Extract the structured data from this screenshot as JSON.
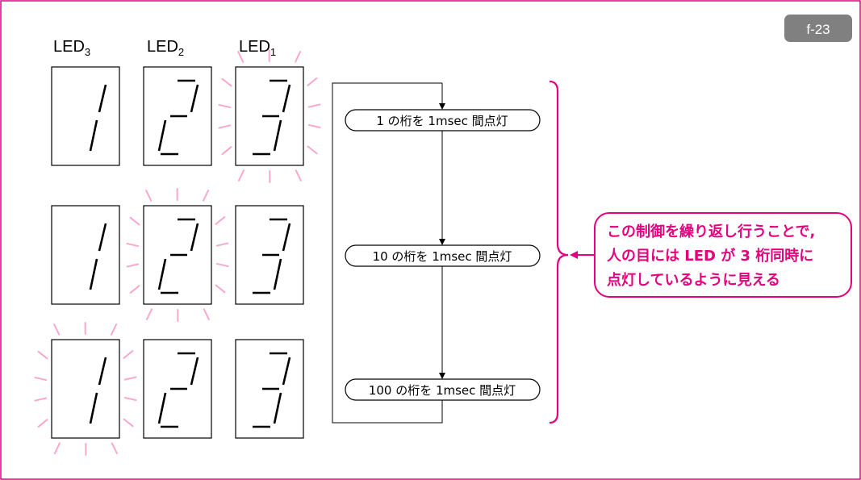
{
  "figure_label": "f-23",
  "led_headers": [
    {
      "base": "LED",
      "sub": "3"
    },
    {
      "base": "LED",
      "sub": "2"
    },
    {
      "base": "LED",
      "sub": "1"
    }
  ],
  "display_digits": [
    "1",
    "2",
    "3"
  ],
  "lit_led_per_row": [
    "LED1",
    "LED2",
    "LED3"
  ],
  "flow_steps": [
    "1 の桁を 1msec 間点灯",
    "10 の桁を 1msec 間点灯",
    "100 の桁を 1msec 間点灯"
  ],
  "note_lines": [
    "この制御を繰り返し行うことで,",
    "人の目には LED が 3 桁同時に",
    "点灯しているように見える"
  ],
  "colors": {
    "accent": "#e6007e",
    "glow": "#f7a8cf",
    "label_bg": "#808080",
    "stroke": "#000000"
  }
}
